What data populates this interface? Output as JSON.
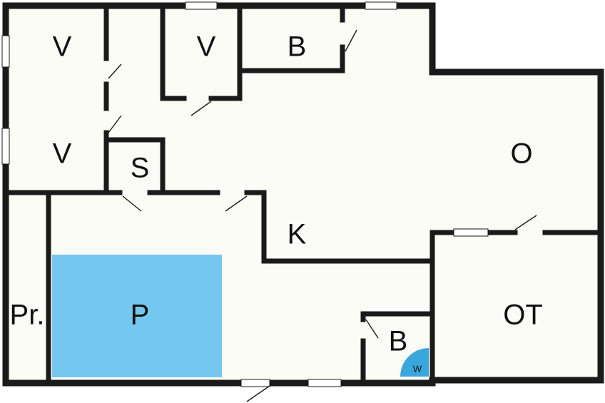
{
  "colors": {
    "floor": "#fbfcf6",
    "wall": "#1a1a1a",
    "pool": "#74c8ef",
    "heater": "#3aa7dc",
    "window": "#ffffff"
  },
  "rooms": {
    "bedroom_top_left": "V",
    "bedroom_top_middle": "V",
    "bathroom_top": "B",
    "bedroom_bottom_left": "V",
    "storage": "S",
    "living_room": "O",
    "kitchen": "K",
    "pool_room": "P",
    "pantry": "Pr.",
    "bathroom_bottom": "B",
    "terrace": "OT"
  },
  "fixtures": {
    "water_heater": "W"
  }
}
